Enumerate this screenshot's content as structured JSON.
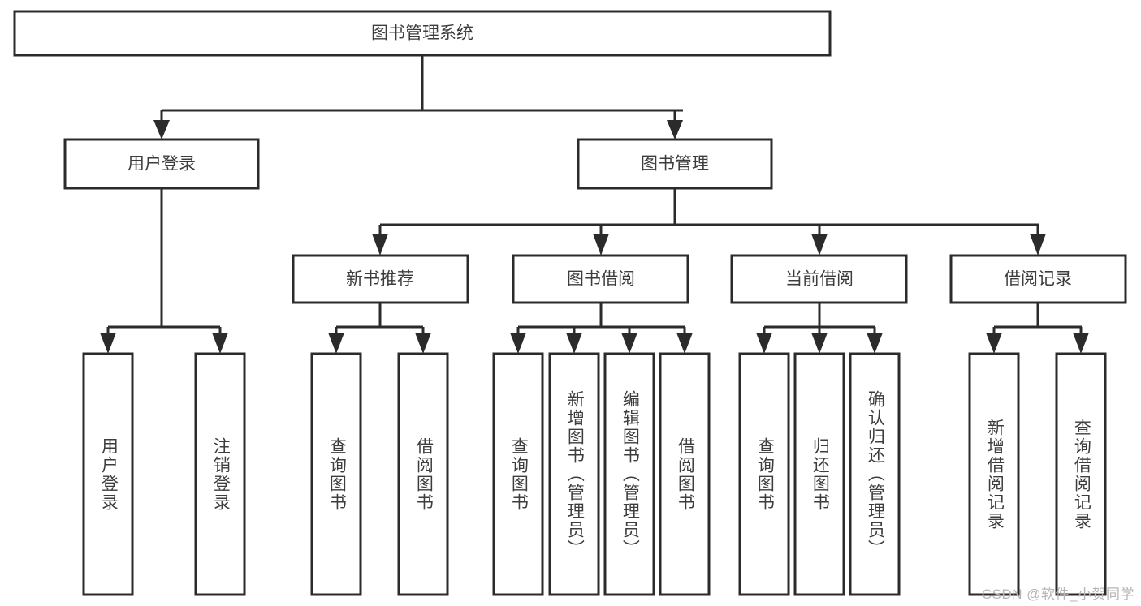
{
  "diagram": {
    "title": "图书管理系统",
    "type": "tree",
    "style": {
      "box_fill": "#ffffff",
      "box_stroke": "#2b2b2b",
      "text_color": "#3d3d3d",
      "background": "#ffffff",
      "watermark_color": "#b6b6b6"
    },
    "root": {
      "id": "root",
      "label": "图书管理系统",
      "orientation": "horizontal"
    },
    "level2": [
      {
        "id": "user-login",
        "label": "用户登录",
        "orientation": "horizontal"
      },
      {
        "id": "book-manage",
        "label": "图书管理",
        "orientation": "horizontal"
      }
    ],
    "level3": [
      {
        "id": "new-book-recommend",
        "label": "新书推荐",
        "parent": "book-manage",
        "orientation": "horizontal"
      },
      {
        "id": "book-borrow",
        "label": "图书借阅",
        "parent": "book-manage",
        "orientation": "horizontal"
      },
      {
        "id": "current-borrow",
        "label": "当前借阅",
        "parent": "book-manage",
        "orientation": "horizontal"
      },
      {
        "id": "borrow-record",
        "label": "借阅记录",
        "parent": "book-manage",
        "orientation": "horizontal"
      }
    ],
    "leaves": [
      {
        "id": "leaf-user-login",
        "label": "用户登录",
        "parent": "user-login",
        "orientation": "vertical"
      },
      {
        "id": "leaf-user-logout",
        "label": "注销登录",
        "parent": "user-login",
        "orientation": "vertical"
      },
      {
        "id": "leaf-query-book-1",
        "label": "查询图书",
        "parent": "new-book-recommend",
        "orientation": "vertical"
      },
      {
        "id": "leaf-borrow-book-1",
        "label": "借阅图书",
        "parent": "new-book-recommend",
        "orientation": "vertical"
      },
      {
        "id": "leaf-query-book-2",
        "label": "查询图书",
        "parent": "book-borrow",
        "orientation": "vertical"
      },
      {
        "id": "leaf-add-book",
        "label": "新增图书（管理员）",
        "parent": "book-borrow",
        "orientation": "vertical"
      },
      {
        "id": "leaf-edit-book",
        "label": "编辑图书（管理员）",
        "parent": "book-borrow",
        "orientation": "vertical"
      },
      {
        "id": "leaf-borrow-book-2",
        "label": "借阅图书",
        "parent": "book-borrow",
        "orientation": "vertical"
      },
      {
        "id": "leaf-query-book-3",
        "label": "查询图书",
        "parent": "current-borrow",
        "orientation": "vertical"
      },
      {
        "id": "leaf-return-book",
        "label": "归还图书",
        "parent": "current-borrow",
        "orientation": "vertical"
      },
      {
        "id": "leaf-confirm-return",
        "label": "确认归还（管理员）",
        "parent": "current-borrow",
        "orientation": "vertical"
      },
      {
        "id": "leaf-add-record",
        "label": "新增借阅记录",
        "parent": "borrow-record",
        "orientation": "vertical"
      },
      {
        "id": "leaf-query-record",
        "label": "查询借阅记录",
        "parent": "borrow-record",
        "orientation": "vertical"
      }
    ],
    "watermark": "CSDN @软件_小贺同学"
  }
}
